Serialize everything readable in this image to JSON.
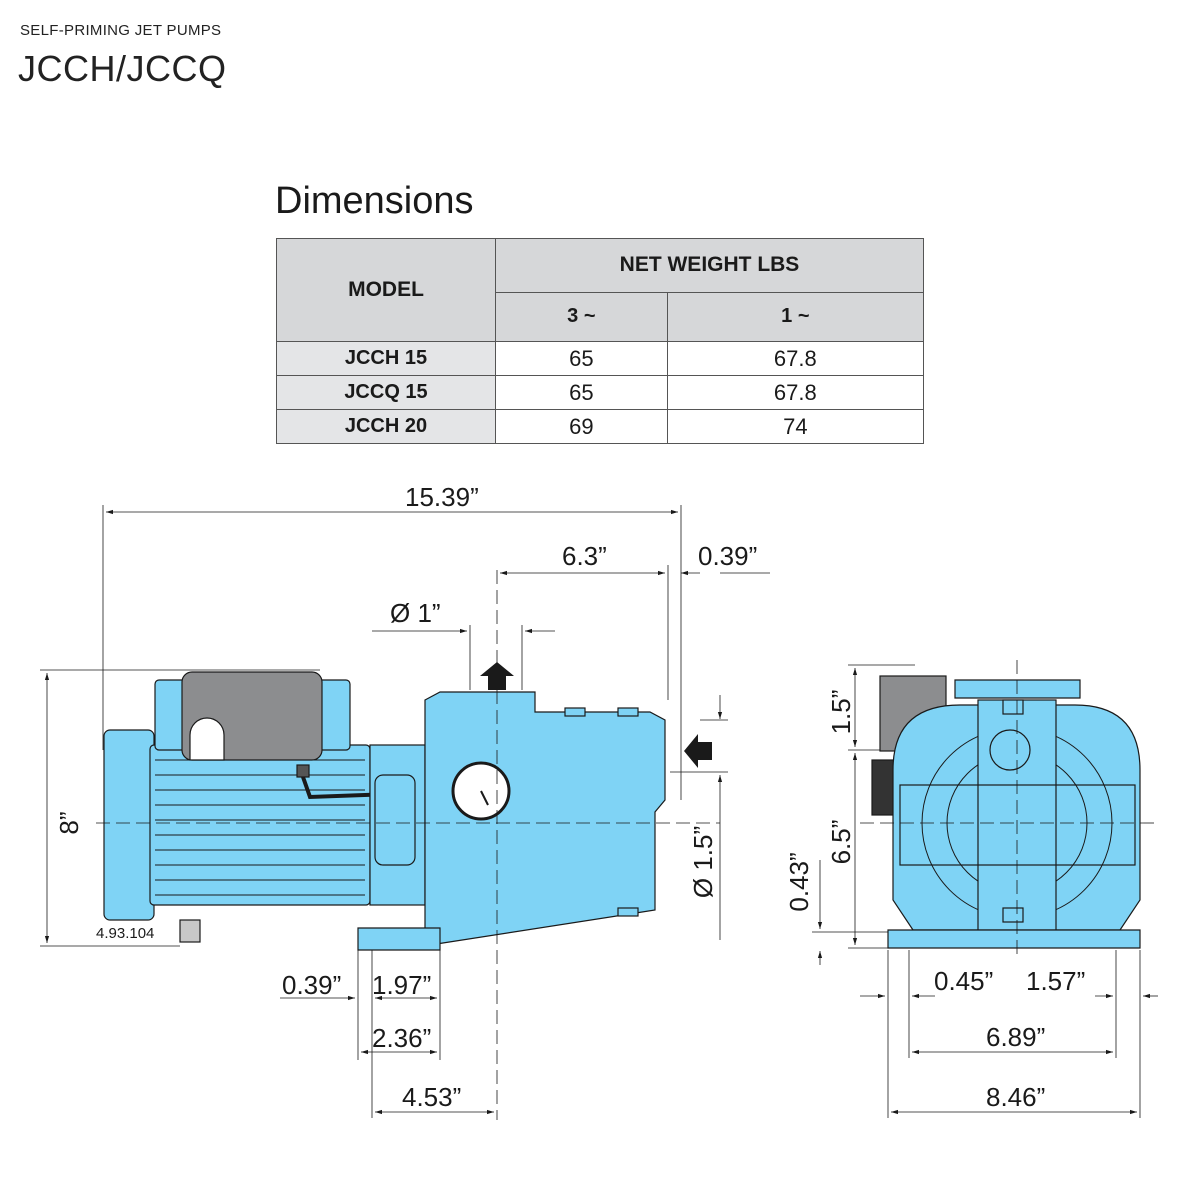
{
  "header": {
    "subtitle": "SELF-PRIMING JET PUMPS",
    "model": "JCCH/JCCQ"
  },
  "dimensions_heading": "Dimensions",
  "table": {
    "model_header": "MODEL",
    "weight_header": "NET WEIGHT LBS",
    "phase_headers": [
      "3 ~",
      "1 ~"
    ],
    "rows": [
      {
        "model": "JCCH 15",
        "three_phase": "65",
        "single_phase": "67.8"
      },
      {
        "model": "JCCQ 15",
        "three_phase": "65",
        "single_phase": "67.8"
      },
      {
        "model": "JCCH 20",
        "three_phase": "69",
        "single_phase": "74"
      }
    ]
  },
  "drawing": {
    "side_view": {
      "overall_length": "15.39”",
      "outlet_offset": "6.3”",
      "inlet_offset": "0.39”",
      "outlet_diameter": "Ø 1”",
      "inlet_diameter": "Ø 1.5”",
      "height": "8”",
      "part_code": "4.93.104",
      "foot_edge": "0.39”",
      "foot_width": "1.97”",
      "foot_span": "2.36”",
      "outlet_to_foot": "4.53”"
    },
    "front_view": {
      "top_offset": "1.5”",
      "axis_height": "6.5”",
      "base_height": "0.43”",
      "bolt_left": "0.45”",
      "bolt_right": "1.57”",
      "inner_span": "6.89”",
      "overall_width": "8.46”"
    },
    "colors": {
      "pump_body": "#7fd3f5",
      "terminal_box": "#8c8d8f",
      "line": "#1a1a1a"
    }
  }
}
